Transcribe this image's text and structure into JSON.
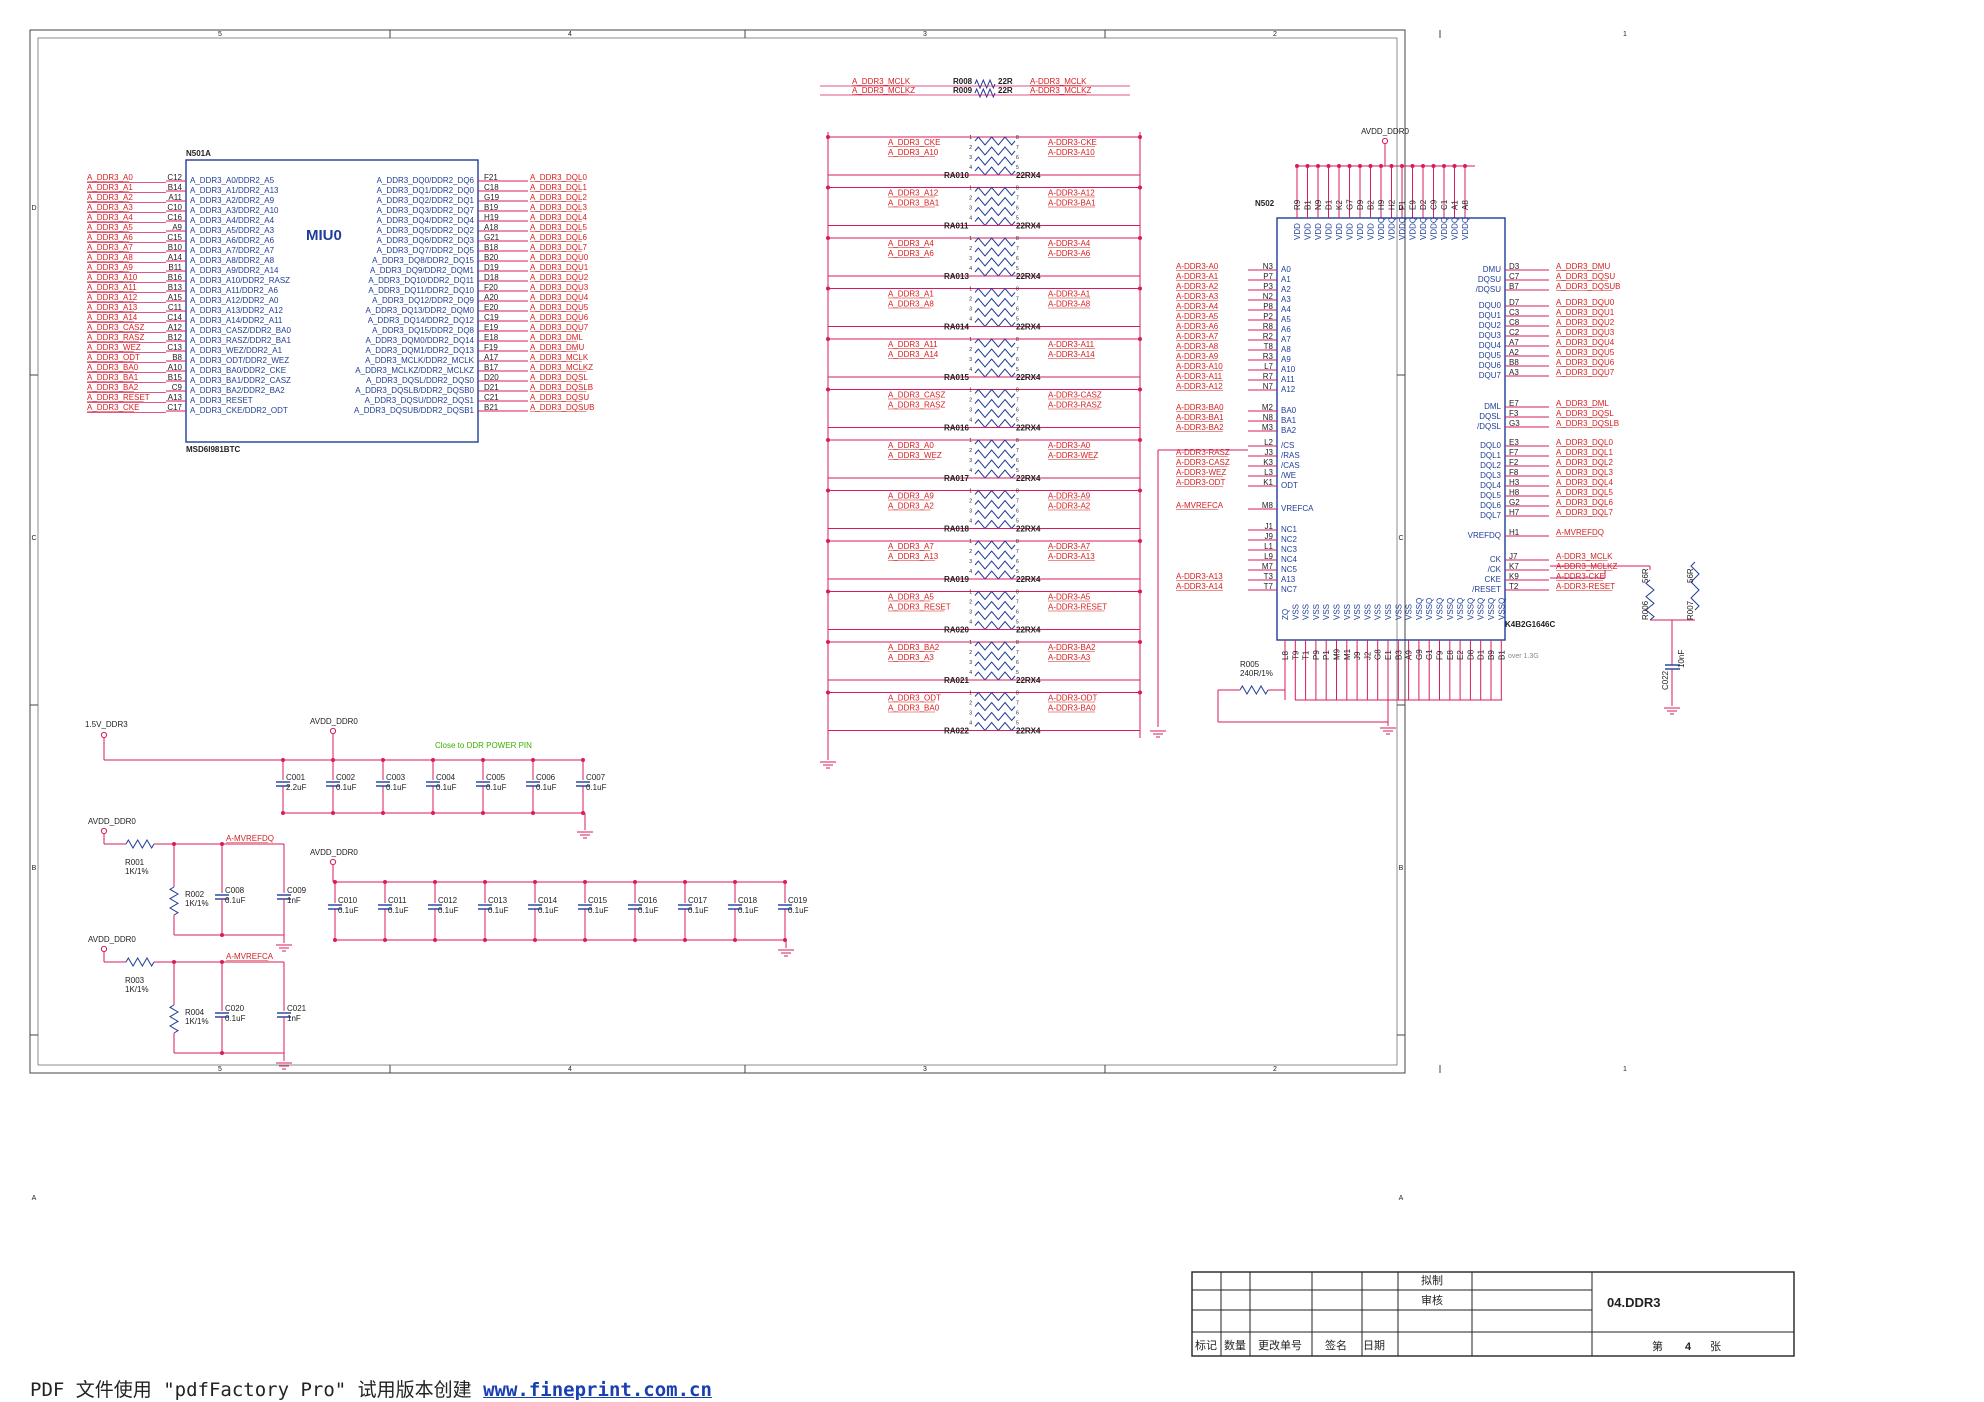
{
  "border": {
    "cols": [
      "5",
      "4",
      "3",
      "2",
      "1"
    ],
    "rows": [
      "D",
      "C",
      "B",
      "A"
    ]
  },
  "mcu": {
    "ref": "N501A",
    "name": "MIU0",
    "part": "MSD6I981BTC",
    "left_pins": [
      {
        "net": "A_DDR3_A0",
        "ball": "C12",
        "pin": "A_DDR3_A0/DDR2_A5"
      },
      {
        "net": "A_DDR3_A1",
        "ball": "B14",
        "pin": "A_DDR3_A1/DDR2_A13"
      },
      {
        "net": "A_DDR3_A2",
        "ball": "A11",
        "pin": "A_DDR3_A2/DDR2_A9"
      },
      {
        "net": "A_DDR3_A3",
        "ball": "C10",
        "pin": "A_DDR3_A3/DDR2_A10"
      },
      {
        "net": "A_DDR3_A4",
        "ball": "C16",
        "pin": "A_DDR3_A4/DDR2_A4"
      },
      {
        "net": "A_DDR3_A5",
        "ball": "A9",
        "pin": "A_DDR3_A5/DDR2_A3"
      },
      {
        "net": "A_DDR3_A6",
        "ball": "C15",
        "pin": "A_DDR3_A6/DDR2_A6"
      },
      {
        "net": "A_DDR3_A7",
        "ball": "B10",
        "pin": "A_DDR3_A7/DDR2_A7"
      },
      {
        "net": "A_DDR3_A8",
        "ball": "A14",
        "pin": "A_DDR3_A8/DDR2_A8"
      },
      {
        "net": "A_DDR3_A9",
        "ball": "B11",
        "pin": "A_DDR3_A9/DDR2_A14"
      },
      {
        "net": "A_DDR3_A10",
        "ball": "B16",
        "pin": "A_DDR3_A10/DDR2_RASZ"
      },
      {
        "net": "A_DDR3_A11",
        "ball": "B13",
        "pin": "A_DDR3_A11/DDR2_A6"
      },
      {
        "net": "A_DDR3_A12",
        "ball": "A15",
        "pin": "A_DDR3_A12/DDR2_A0"
      },
      {
        "net": "A_DDR3_A13",
        "ball": "C11",
        "pin": "A_DDR3_A13/DDR2_A12"
      },
      {
        "net": "A_DDR3_A14",
        "ball": "C14",
        "pin": "A_DDR3_A14/DDR2_A11"
      },
      {
        "net": "A_DDR3_CASZ",
        "ball": "A12",
        "pin": "A_DDR3_CASZ/DDR2_BA0"
      },
      {
        "net": "A_DDR3_RASZ",
        "ball": "B12",
        "pin": "A_DDR3_RASZ/DDR2_BA1"
      },
      {
        "net": "A_DDR3_WEZ",
        "ball": "C13",
        "pin": "A_DDR3_WEZ/DDR2_A1"
      },
      {
        "net": "A_DDR3_ODT",
        "ball": "B8",
        "pin": "A_DDR3_ODT/DDR2_WEZ"
      },
      {
        "net": "A_DDR3_BA0",
        "ball": "A10",
        "pin": "A_DDR3_BA0/DDR2_CKE"
      },
      {
        "net": "A_DDR3_BA1",
        "ball": "B15",
        "pin": "A_DDR3_BA1/DDR2_CASZ"
      },
      {
        "net": "A_DDR3_BA2",
        "ball": "C9",
        "pin": "A_DDR3_BA2/DDR2_BA2"
      },
      {
        "net": "A_DDR3_RESET",
        "ball": "A13",
        "pin": "A_DDR3_RESET"
      },
      {
        "net": "A_DDR3_CKE",
        "ball": "C17",
        "pin": "A_DDR3_CKE/DDR2_ODT"
      }
    ],
    "right_pins": [
      {
        "pin": "A_DDR3_DQ0/DDR2_DQ6",
        "ball": "F21",
        "net": "A_DDR3_DQL0"
      },
      {
        "pin": "A_DDR3_DQ1/DDR2_DQ0",
        "ball": "C18",
        "net": "A_DDR3_DQL1"
      },
      {
        "pin": "A_DDR3_DQ2/DDR2_DQ1",
        "ball": "G19",
        "net": "A_DDR3_DQL2"
      },
      {
        "pin": "A_DDR3_DQ3/DDR2_DQ7",
        "ball": "B19",
        "net": "A_DDR3_DQL3"
      },
      {
        "pin": "A_DDR3_DQ4/DDR2_DQ4",
        "ball": "H19",
        "net": "A_DDR3_DQL4"
      },
      {
        "pin": "A_DDR3_DQ5/DDR2_DQ2",
        "ball": "A18",
        "net": "A_DDR3_DQL5"
      },
      {
        "pin": "A_DDR3_DQ6/DDR2_DQ3",
        "ball": "G21",
        "net": "A_DDR3_DQL6"
      },
      {
        "pin": "A_DDR3_DQ7/DDR2_DQ5",
        "ball": "B18",
        "net": "A_DDR3_DQL7"
      },
      {
        "pin": "A_DDR3_DQ8/DDR2_DQ15",
        "ball": "B20",
        "net": "A_DDR3_DQU0"
      },
      {
        "pin": "A_DDR3_DQ9/DDR2_DQM1",
        "ball": "D19",
        "net": "A_DDR3_DQU1"
      },
      {
        "pin": "A_DDR3_DQ10/DDR2_DQ11",
        "ball": "D18",
        "net": "A_DDR3_DQU2"
      },
      {
        "pin": "A_DDR3_DQ11/DDR2_DQ10",
        "ball": "F20",
        "net": "A_DDR3_DQU3"
      },
      {
        "pin": "A_DDR3_DQ12/DDR2_DQ9",
        "ball": "A20",
        "net": "A_DDR3_DQU4"
      },
      {
        "pin": "A_DDR3_DQ13/DDR2_DQM0",
        "ball": "E20",
        "net": "A_DDR3_DQU5"
      },
      {
        "pin": "A_DDR3_DQ14/DDR2_DQ12",
        "ball": "C19",
        "net": "A_DDR3_DQU6"
      },
      {
        "pin": "A_DDR3_DQ15/DDR2_DQ8",
        "ball": "E19",
        "net": "A_DDR3_DQU7"
      },
      {
        "pin": "A_DDR3_DQM0/DDR2_DQ14",
        "ball": "E18",
        "net": "A_DDR3_DML"
      },
      {
        "pin": "A_DDR3_DQM1/DDR2_DQ13",
        "ball": "F19",
        "net": "A_DDR3_DMU"
      },
      {
        "pin": "A_DDR3_MCLK/DDR2_MCLK",
        "ball": "A17",
        "net": "A_DDR3_MCLK"
      },
      {
        "pin": "A_DDR3_MCLKZ/DDR2_MCLKZ",
        "ball": "B17",
        "net": "A_DDR3_MCLKZ"
      },
      {
        "pin": "A_DDR3_DQSL/DDR2_DQS0",
        "ball": "D20",
        "net": "A_DDR3_DQSL"
      },
      {
        "pin": "A_DDR3_DQSLB/DDR2_DQSB0",
        "ball": "D21",
        "net": "A_DDR3_DQSLB"
      },
      {
        "pin": "A_DDR3_DQSU/DDR2_DQS1",
        "ball": "C21",
        "net": "A_DDR3_DQSU"
      },
      {
        "pin": "A_DDR3_DQSUB/DDR2_DQSB1",
        "ball": "B21",
        "net": "A_DDR3_DQSUB"
      }
    ]
  },
  "clk_res": [
    {
      "left": "A_DDR3_MCLK",
      "ref": "R008",
      "value": "22R",
      "right": "A-DDR3_MCLK"
    },
    {
      "left": "A_DDR3_MCLKZ",
      "ref": "R009",
      "value": "22R",
      "right": "A-DDR3_MCLKZ"
    }
  ],
  "rpack_value": "22RX4",
  "rpacks": [
    {
      "ref": "RA010",
      "l1": "A_DDR3_CKE",
      "l2": "A_DDR3_A10",
      "r1": "A-DDR3-CKE",
      "r2": "A-DDR3-A10"
    },
    {
      "ref": "RA011",
      "l1": "A_DDR3_A12",
      "l2": "A_DDR3_BA1",
      "r1": "A-DDR3-A12",
      "r2": "A-DDR3-BA1"
    },
    {
      "ref": "RA013",
      "l1": "A_DDR3_A4",
      "l2": "A_DDR3_A6",
      "r1": "A-DDR3-A4",
      "r2": "A-DDR3-A6"
    },
    {
      "ref": "RA014",
      "l1": "A_DDR3_A1",
      "l2": "A_DDR3_A8",
      "r1": "A-DDR3-A1",
      "r2": "A-DDR3-A8"
    },
    {
      "ref": "RA015",
      "l1": "A_DDR3_A11",
      "l2": "A_DDR3_A14",
      "r1": "A-DDR3-A11",
      "r2": "A-DDR3-A14"
    },
    {
      "ref": "RA016",
      "l1": "A_DDR3_CASZ",
      "l2": "A_DDR3_RASZ",
      "r1": "A-DDR3-CASZ",
      "r2": "A-DDR3-RASZ"
    },
    {
      "ref": "RA017",
      "l1": "A_DDR3_A0",
      "l2": "A_DDR3_WEZ",
      "r1": "A-DDR3-A0",
      "r2": "A-DDR3-WEZ"
    },
    {
      "ref": "RA018",
      "l1": "A_DDR3_A9",
      "l2": "A_DDR3_A2",
      "r1": "A-DDR3-A9",
      "r2": "A-DDR3-A2"
    },
    {
      "ref": "RA019",
      "l1": "A_DDR3_A7",
      "l2": "A_DDR3_A13",
      "r1": "A-DDR3-A7",
      "r2": "A-DDR3-A13"
    },
    {
      "ref": "RA020",
      "l1": "A_DDR3_A5",
      "l2": "A_DDR3_RESET",
      "r1": "A-DDR3-A5",
      "r2": "A-DDR3-RESET"
    },
    {
      "ref": "RA021",
      "l1": "A_DDR3_BA2",
      "l2": "A_DDR3_A3",
      "r1": "A-DDR3-BA2",
      "r2": "A-DDR3-A3"
    },
    {
      "ref": "RA022",
      "l1": "A_DDR3_ODT",
      "l2": "A_DDR3_BA0",
      "r1": "A-DDR3-ODT",
      "r2": "A-DDR3-BA0"
    }
  ],
  "dram": {
    "ref": "N502",
    "part": "K4B2G1646C",
    "power_net": "AVDD_DDR0",
    "note": "over 1.3G",
    "top_balls": [
      "R9",
      "B1",
      "N9",
      "D1",
      "K2",
      "G7",
      "D9",
      "B2",
      "H9",
      "H2",
      "F1",
      "E9",
      "D2",
      "C9",
      "C1",
      "A1",
      "A8"
    ],
    "top_pins": [
      "VDD",
      "VDD",
      "VDD",
      "VDD",
      "VDD",
      "VDD",
      "VDD",
      "VDD",
      "VDDQ",
      "VDDQ",
      "VDDQ",
      "VDDQ",
      "VDDQ",
      "VDDQ",
      "VDDQ",
      "VDDQ",
      "VDDQ"
    ],
    "bot_balls": [
      "L8",
      "T9",
      "T1",
      "P9",
      "P1",
      "M9",
      "M1",
      "J9",
      "J2",
      "G8",
      "E1",
      "B3",
      "A9",
      "G9",
      "G1",
      "F9",
      "E8",
      "E2",
      "D8",
      "D1",
      "B9",
      "B1"
    ],
    "bot_pins": [
      "ZQ",
      "VSS",
      "VSS",
      "VSS",
      "VSS",
      "VSS",
      "VSS",
      "VSS",
      "VSS",
      "VSS",
      "VSS",
      "VSS",
      "VSS",
      "VSSQ",
      "VSSQ",
      "VSSQ",
      "VSSQ",
      "VSSQ",
      "VSSQ",
      "VSSQ",
      "VSSQ",
      "VSSQ"
    ],
    "left_a": [
      {
        "net": "A-DDR3-A0",
        "ball": "N3",
        "pin": "A0"
      },
      {
        "net": "A-DDR3-A1",
        "ball": "P7",
        "pin": "A1"
      },
      {
        "net": "A-DDR3-A2",
        "ball": "P3",
        "pin": "A2"
      },
      {
        "net": "A-DDR3-A3",
        "ball": "N2",
        "pin": "A3"
      },
      {
        "net": "A-DDR3-A4",
        "ball": "P8",
        "pin": "A4"
      },
      {
        "net": "A-DDR3-A5",
        "ball": "P2",
        "pin": "A5"
      },
      {
        "net": "A-DDR3-A6",
        "ball": "R8",
        "pin": "A6"
      },
      {
        "net": "A-DDR3-A7",
        "ball": "R2",
        "pin": "A7"
      },
      {
        "net": "A-DDR3-A8",
        "ball": "T8",
        "pin": "A8"
      },
      {
        "net": "A-DDR3-A9",
        "ball": "R3",
        "pin": "A9"
      },
      {
        "net": "A-DDR3-A10",
        "ball": "L7",
        "pin": "A10"
      },
      {
        "net": "A-DDR3-A11",
        "ball": "R7",
        "pin": "A11"
      },
      {
        "net": "A-DDR3-A12",
        "ball": "N7",
        "pin": "A12"
      }
    ],
    "left_ba": [
      {
        "net": "A-DDR3-BA0",
        "ball": "M2",
        "pin": "BA0"
      },
      {
        "net": "A-DDR3-BA1",
        "ball": "N8",
        "pin": "BA1"
      },
      {
        "net": "A-DDR3-BA2",
        "ball": "M3",
        "pin": "BA2"
      }
    ],
    "left_ctl": [
      {
        "net": "",
        "ball": "L2",
        "pin": "/CS"
      },
      {
        "net": "A-DDR3-RASZ",
        "ball": "J3",
        "pin": "/RAS"
      },
      {
        "net": "A-DDR3-CASZ",
        "ball": "K3",
        "pin": "/CAS"
      },
      {
        "net": "A-DDR3-WEZ",
        "ball": "L3",
        "pin": "/WE"
      },
      {
        "net": "A-DDR3-ODT",
        "ball": "K1",
        "pin": "ODT"
      }
    ],
    "left_vref": {
      "net": "A-MVREFCA",
      "ball": "M8",
      "pin": "VREFCA"
    },
    "left_nc": [
      {
        "net": "",
        "ball": "J1",
        "pin": "NC1"
      },
      {
        "net": "",
        "ball": "J9",
        "pin": "NC2"
      },
      {
        "net": "",
        "ball": "L1",
        "pin": "NC3"
      },
      {
        "net": "",
        "ball": "L9",
        "pin": "NC4"
      },
      {
        "net": "",
        "ball": "M7",
        "pin": "NC5"
      },
      {
        "net": "A-DDR3-A13",
        "ball": "T3",
        "pin": "A13"
      },
      {
        "net": "A-DDR3-A14",
        "ball": "T7",
        "pin": "NC7"
      }
    ],
    "right_a": [
      {
        "pin": "DMU",
        "ball": "D3",
        "net": "A_DDR3_DMU"
      },
      {
        "pin": "DQSU",
        "ball": "C7",
        "net": "A_DDR3_DQSU"
      },
      {
        "pin": "/DQSU",
        "ball": "B7",
        "net": "A_DDR3_DQSUB"
      }
    ],
    "right_dqu": [
      {
        "pin": "DQU0",
        "ball": "D7",
        "net": "A_DDR3_DQU0"
      },
      {
        "pin": "DQU1",
        "ball": "C3",
        "net": "A_DDR3_DQU1"
      },
      {
        "pin": "DQU2",
        "ball": "C8",
        "net": "A_DDR3_DQU2"
      },
      {
        "pin": "DQU3",
        "ball": "C2",
        "net": "A_DDR3_DQU3"
      },
      {
        "pin": "DQU4",
        "ball": "A7",
        "net": "A_DDR3_DQU4"
      },
      {
        "pin": "DQU5",
        "ball": "A2",
        "net": "A_DDR3_DQU5"
      },
      {
        "pin": "DQU6",
        "ball": "B8",
        "net": "A_DDR3_DQU6"
      },
      {
        "pin": "DQU7",
        "ball": "A3",
        "net": "A_DDR3_DQU7"
      }
    ],
    "right_dml": [
      {
        "pin": "DML",
        "ball": "E7",
        "net": "A_DDR3_DML"
      },
      {
        "pin": "DQSL",
        "ball": "F3",
        "net": "A_DDR3_DQSL"
      },
      {
        "pin": "/DQSL",
        "ball": "G3",
        "net": "A_DDR3_DQSLB"
      }
    ],
    "right_dql": [
      {
        "pin": "DQL0",
        "ball": "E3",
        "net": "A_DDR3_DQL0"
      },
      {
        "pin": "DQL1",
        "ball": "F7",
        "net": "A_DDR3_DQL1"
      },
      {
        "pin": "DQL2",
        "ball": "F2",
        "net": "A_DDR3_DQL2"
      },
      {
        "pin": "DQL3",
        "ball": "F8",
        "net": "A_DDR3_DQL3"
      },
      {
        "pin": "DQL4",
        "ball": "H3",
        "net": "A_DDR3_DQL4"
      },
      {
        "pin": "DQL5",
        "ball": "H8",
        "net": "A_DDR3_DQL5"
      },
      {
        "pin": "DQL6",
        "ball": "G2",
        "net": "A_DDR3_DQL6"
      },
      {
        "pin": "DQL7",
        "ball": "H7",
        "net": "A_DDR3_DQL7"
      }
    ],
    "right_vref": {
      "pin": "VREFDQ",
      "ball": "H1",
      "net": "A-MVREFDQ"
    },
    "right_clk": [
      {
        "pin": "CK",
        "ball": "J7",
        "net": "A-DDR3_MCLK"
      },
      {
        "pin": "/CK",
        "ball": "K7",
        "net": "A-DDR3_MCLKZ"
      },
      {
        "pin": "CKE",
        "ball": "K9",
        "net": "A-DDR3-CKE"
      },
      {
        "pin": "/RESET",
        "ball": "T2",
        "net": "A-DDR3-RESET"
      }
    ],
    "zq_res": {
      "ref": "R005",
      "value": "240R/1%"
    },
    "term": {
      "r1": "R006",
      "r1v": "56R",
      "r2": "R007",
      "r2v": "56R",
      "c": "C022",
      "cv": "10nF"
    }
  },
  "power1": {
    "net": "1.5V_DDR3",
    "net2": "AVDD_DDR0",
    "note": "Close to DDR POWER PIN",
    "caps": [
      {
        "ref": "C001",
        "v": "2.2uF"
      },
      {
        "ref": "C002",
        "v": "0.1uF"
      },
      {
        "ref": "C003",
        "v": "0.1uF"
      },
      {
        "ref": "C004",
        "v": "0.1uF"
      },
      {
        "ref": "C005",
        "v": "0.1uF"
      },
      {
        "ref": "C006",
        "v": "0.1uF"
      },
      {
        "ref": "C007",
        "v": "0.1uF"
      }
    ]
  },
  "power2": {
    "net": "AVDD_DDR0",
    "caps": [
      {
        "ref": "C010",
        "v": "0.1uF"
      },
      {
        "ref": "C011",
        "v": "0.1uF"
      },
      {
        "ref": "C012",
        "v": "0.1uF"
      },
      {
        "ref": "C013",
        "v": "0.1uF"
      },
      {
        "ref": "C014",
        "v": "0.1uF"
      },
      {
        "ref": "C015",
        "v": "0.1uF"
      },
      {
        "ref": "C016",
        "v": "0.1uF"
      },
      {
        "ref": "C017",
        "v": "0.1uF"
      },
      {
        "ref": "C018",
        "v": "0.1uF"
      },
      {
        "ref": "C019",
        "v": "0.1uF"
      }
    ]
  },
  "vref1": {
    "src": "AVDD_DDR0",
    "net": "A-MVREFDQ",
    "r_top": "R001",
    "r_top_v": "1K/1%",
    "r_bot": "R002",
    "r_bot_v": "1K/1%",
    "c1": "C008",
    "c1v": "0.1uF",
    "c2": "C009",
    "c2v": "1nF"
  },
  "vref2": {
    "src": "AVDD_DDR0",
    "net": "A-MVREFCA",
    "r_top": "R003",
    "r_top_v": "1K/1%",
    "r_bot": "R004",
    "r_bot_v": "1K/1%",
    "c1": "C020",
    "c1v": "0.1uF",
    "c2": "C021",
    "c2v": "1nF"
  },
  "title_block": {
    "drawn": "拟制",
    "review": "审核",
    "title": "04.DDR3",
    "labels": [
      "标记",
      "数量",
      "更改单号",
      "签名",
      "日期"
    ],
    "sheet_pre": "第",
    "sheet_no": "4",
    "sheet_post": "张"
  },
  "footer": {
    "text": "PDF 文件使用 \"pdfFactory Pro\" 试用版本创建 ",
    "link": "www.fineprint.com.cn"
  },
  "colors": {
    "wire": "#d81b60",
    "net": "#d62020",
    "pin": "#1f3d99",
    "frame": "#444444",
    "note": "#3cb000"
  }
}
